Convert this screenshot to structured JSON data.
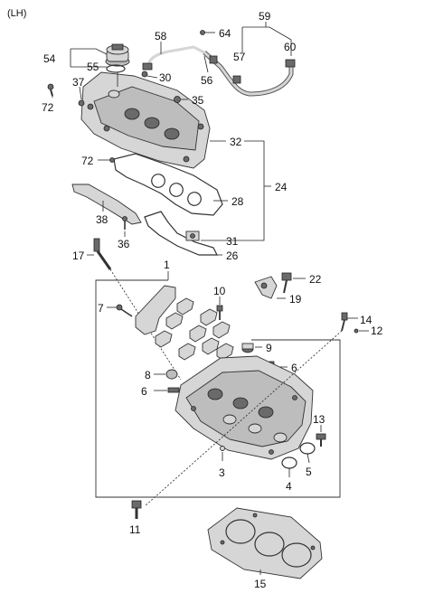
{
  "header": {
    "side_label": "(LH)"
  },
  "callouts": {
    "c1": "1",
    "c3": "3",
    "c4": "4",
    "c5": "5",
    "c6a": "6",
    "c6b": "6",
    "c7": "7",
    "c8": "8",
    "c9": "9",
    "c10": "10",
    "c11": "11",
    "c12": "12",
    "c13": "13",
    "c14": "14",
    "c15": "15",
    "c17": "17",
    "c19": "19",
    "c22": "22",
    "c24": "24",
    "c26": "26",
    "c28": "28",
    "c30": "30",
    "c31": "31",
    "c32": "32",
    "c35": "35",
    "c36": "36",
    "c37": "37",
    "c38": "38",
    "c54": "54",
    "c55": "55",
    "c56": "56",
    "c57": "57",
    "c58": "58",
    "c59": "59",
    "c60": "60",
    "c64": "64",
    "c72a": "72",
    "c72b": "72"
  }
}
